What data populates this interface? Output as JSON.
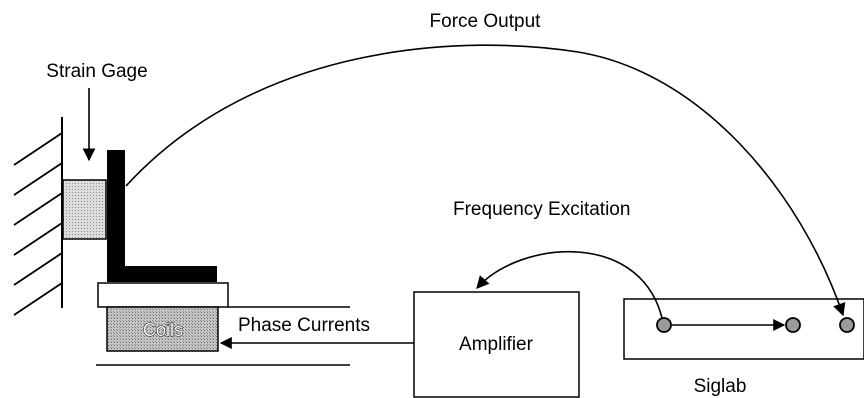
{
  "labels": {
    "force_output": "Force Output",
    "strain_gage": "Strain Gage",
    "frequency_excitation": "Frequency Excitation",
    "coils": "Coils",
    "phase_currents": "Phase Currents",
    "amplifier": "Amplifier",
    "siglab": "Siglab"
  },
  "colors": {
    "line": "#000000",
    "background": "#ffffff",
    "strain_gage_fill": "#d4d4d4",
    "coils_fill": "#bdbdbd",
    "terminal_fill": "#9a9a9a"
  }
}
